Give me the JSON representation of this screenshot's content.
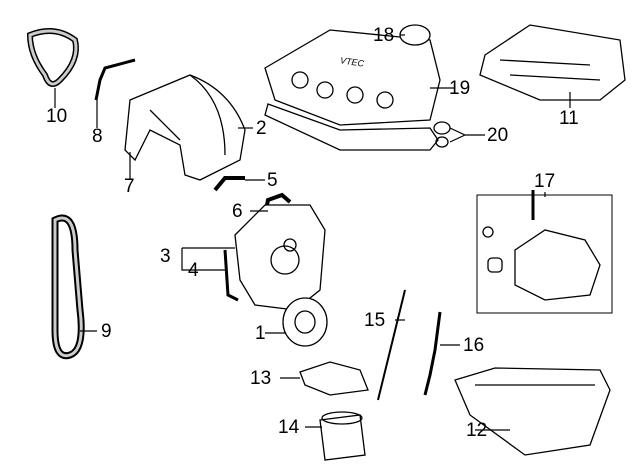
{
  "callouts": [
    {
      "id": "1",
      "label": "1"
    },
    {
      "id": "2",
      "label": "2"
    },
    {
      "id": "3",
      "label": "3"
    },
    {
      "id": "4",
      "label": "4"
    },
    {
      "id": "5",
      "label": "5"
    },
    {
      "id": "6",
      "label": "6"
    },
    {
      "id": "7",
      "label": "7"
    },
    {
      "id": "8",
      "label": "8"
    },
    {
      "id": "9",
      "label": "9"
    },
    {
      "id": "10",
      "label": "10"
    },
    {
      "id": "11",
      "label": "11"
    },
    {
      "id": "12",
      "label": "12"
    },
    {
      "id": "13",
      "label": "13"
    },
    {
      "id": "14",
      "label": "14"
    },
    {
      "id": "15",
      "label": "15"
    },
    {
      "id": "16",
      "label": "16"
    },
    {
      "id": "17",
      "label": "17"
    },
    {
      "id": "18",
      "label": "18"
    },
    {
      "id": "19",
      "label": "19"
    },
    {
      "id": "20",
      "label": "20"
    }
  ],
  "valve_cover_logo": "VTEC",
  "colors": {
    "line": "#000000",
    "part_fill": "#ffffff",
    "shade": "#cfcfcf"
  }
}
